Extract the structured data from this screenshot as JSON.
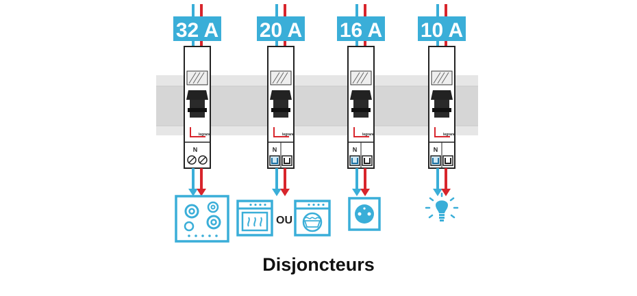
{
  "caption": "Disjoncteurs",
  "connector_word": "OU",
  "brand": "legrand",
  "neutral_mark": "N",
  "colors": {
    "label_bg": "#3aaed8",
    "label_text": "#ffffff",
    "neutral_wire": "#3aaed8",
    "phase_wire": "#d8252c",
    "icon": "#3aaed8",
    "rail": "#e3e3e3",
    "breaker_body": "#ffffff",
    "outline": "#222222"
  },
  "breakers": [
    {
      "rating": "32 A",
      "terminal_style": "screw",
      "appliance": "hob-icon"
    },
    {
      "rating": "20 A",
      "terminal_style": "clip",
      "appliance": "oven-or-washer-icon"
    },
    {
      "rating": "16 A",
      "terminal_style": "clip",
      "appliance": "socket-icon"
    },
    {
      "rating": "10 A",
      "terminal_style": "clip",
      "appliance": "lightbulb-icon"
    }
  ]
}
